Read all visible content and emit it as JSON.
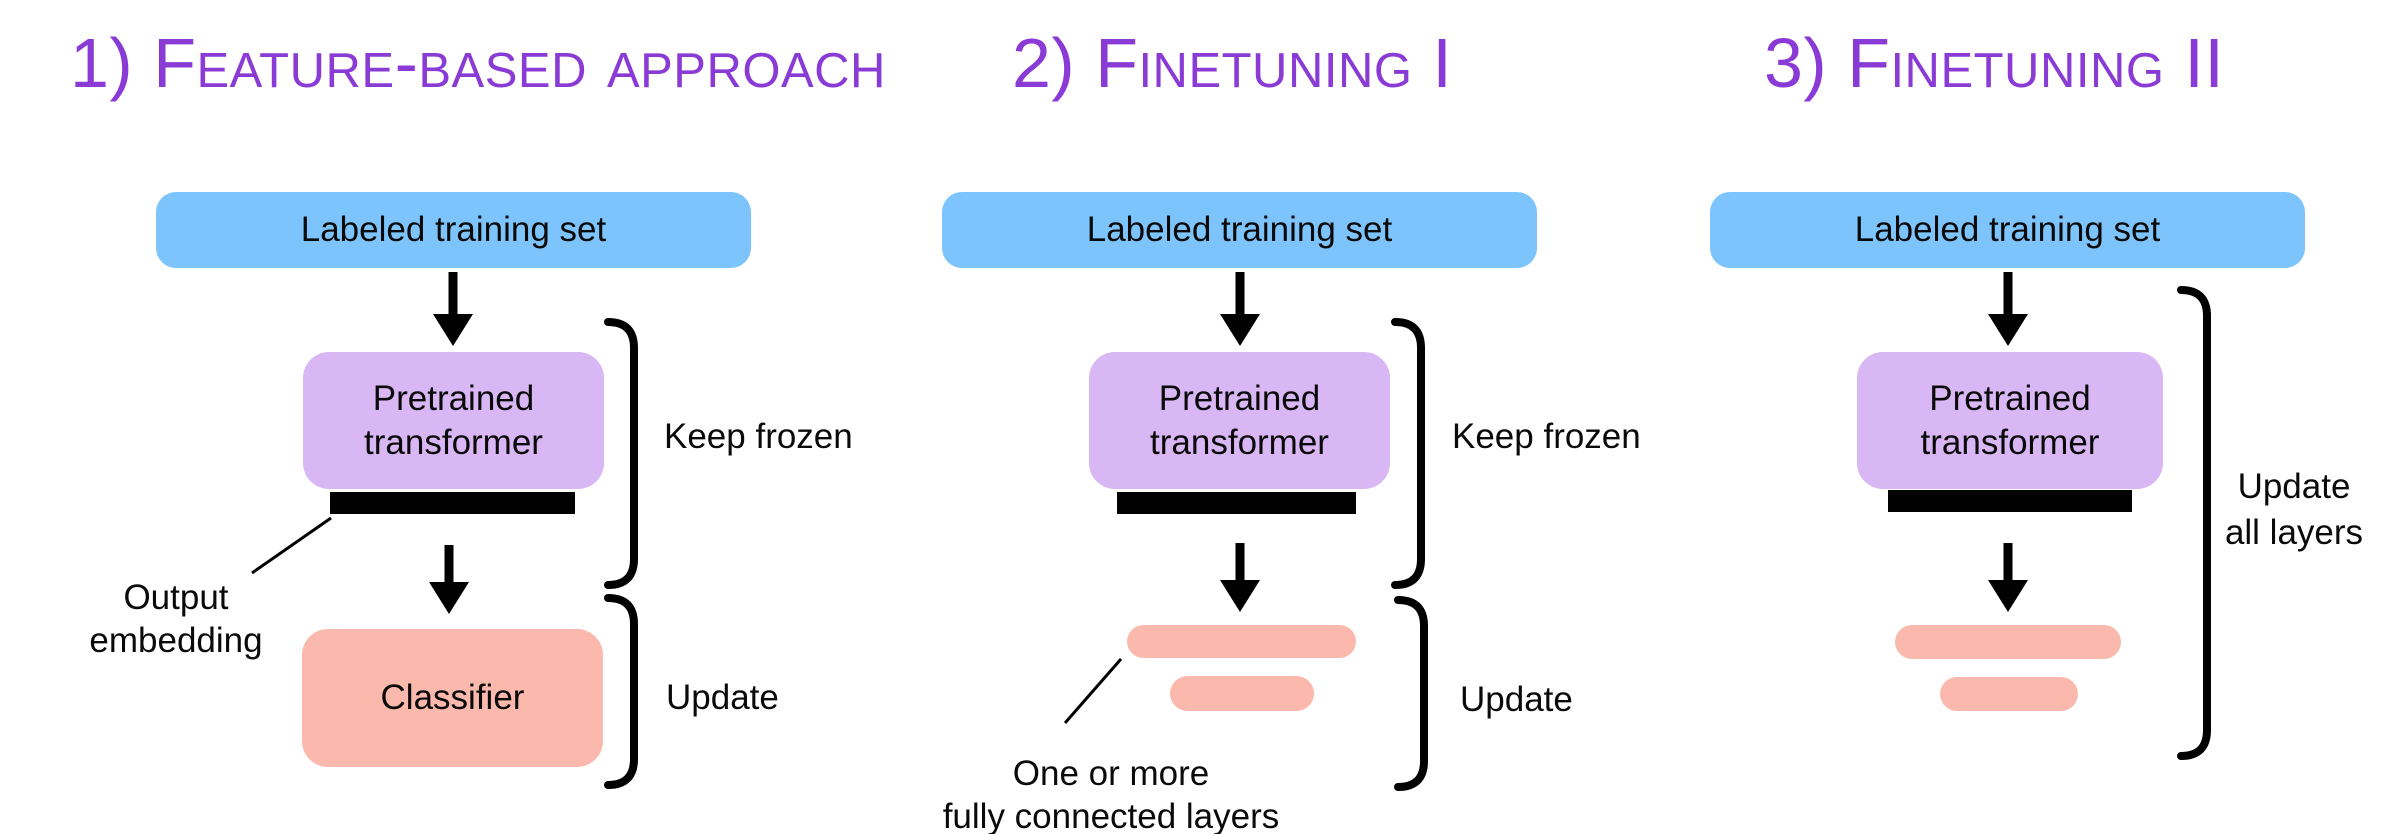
{
  "colors": {
    "title": "#8A3BD6",
    "input_box_fill": "#7EC4FC",
    "model_box_fill": "#D8B7F4",
    "update_fill": "#FAB9AC",
    "embedding_bar_fill": "#000000"
  },
  "columns": [
    {
      "title": "1) Feature-based approach",
      "input_box": "Labeled training set",
      "model_box": "Pretrained\ntransformer",
      "model_bracket_label": "Keep frozen",
      "annotation": "Output\nembedding",
      "output_box": "Classifier",
      "output_bracket_label": "Update"
    },
    {
      "title": "2) Finetuning I",
      "input_box": "Labeled training set",
      "model_box": "Pretrained\ntransformer",
      "model_bracket_label": "Keep frozen",
      "annotation": "One or more\nfully connected layers",
      "output_bracket_label": "Update"
    },
    {
      "title": "3) Finetuning II",
      "input_box": "Labeled training set",
      "model_box": "Pretrained\ntransformer",
      "bracket_label": "Update\nall layers"
    }
  ]
}
